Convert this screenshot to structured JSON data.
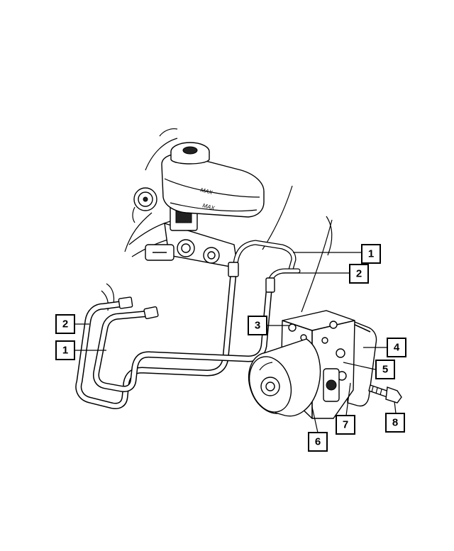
{
  "callouts": [
    {
      "label": "1"
    },
    {
      "label": "2"
    },
    {
      "label": "3"
    },
    {
      "label": "4"
    },
    {
      "label": "5"
    },
    {
      "label": "6"
    },
    {
      "label": "7"
    },
    {
      "label": "8"
    },
    {
      "label": "2"
    },
    {
      "label": "1"
    }
  ],
  "reservoir_logo": {
    "text_upper": "MAX",
    "text_lower": "MAX"
  },
  "colors": {
    "line": "#000000",
    "background": "#ffffff"
  }
}
